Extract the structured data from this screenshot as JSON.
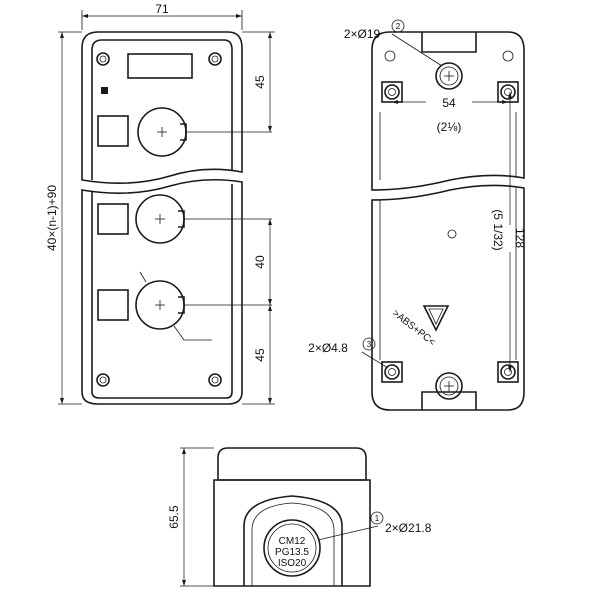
{
  "front_view": {
    "width_label": "71",
    "height_formula": "40×(n-1)+90",
    "top_offset": "45",
    "pitch": "40",
    "bottom_offset": "45"
  },
  "back_view": {
    "top_hole_label": "2×Ø19",
    "top_hole_marker": "2",
    "horizontal_spacing": "54",
    "horizontal_spacing_inch": "(2⅛)",
    "vertical_spacing": "128",
    "vertical_spacing_inch": "(5 1/32)",
    "material": ">ABS+PC<",
    "mount_hole_label": "2×Ø4.8",
    "mount_hole_marker": "3"
  },
  "side_view": {
    "height_label": "65.5",
    "cable_hole_label": "2×Ø21.8",
    "cable_hole_marker": "1",
    "gland_lines": [
      "CM12",
      "PG13.5",
      "ISO20"
    ]
  }
}
